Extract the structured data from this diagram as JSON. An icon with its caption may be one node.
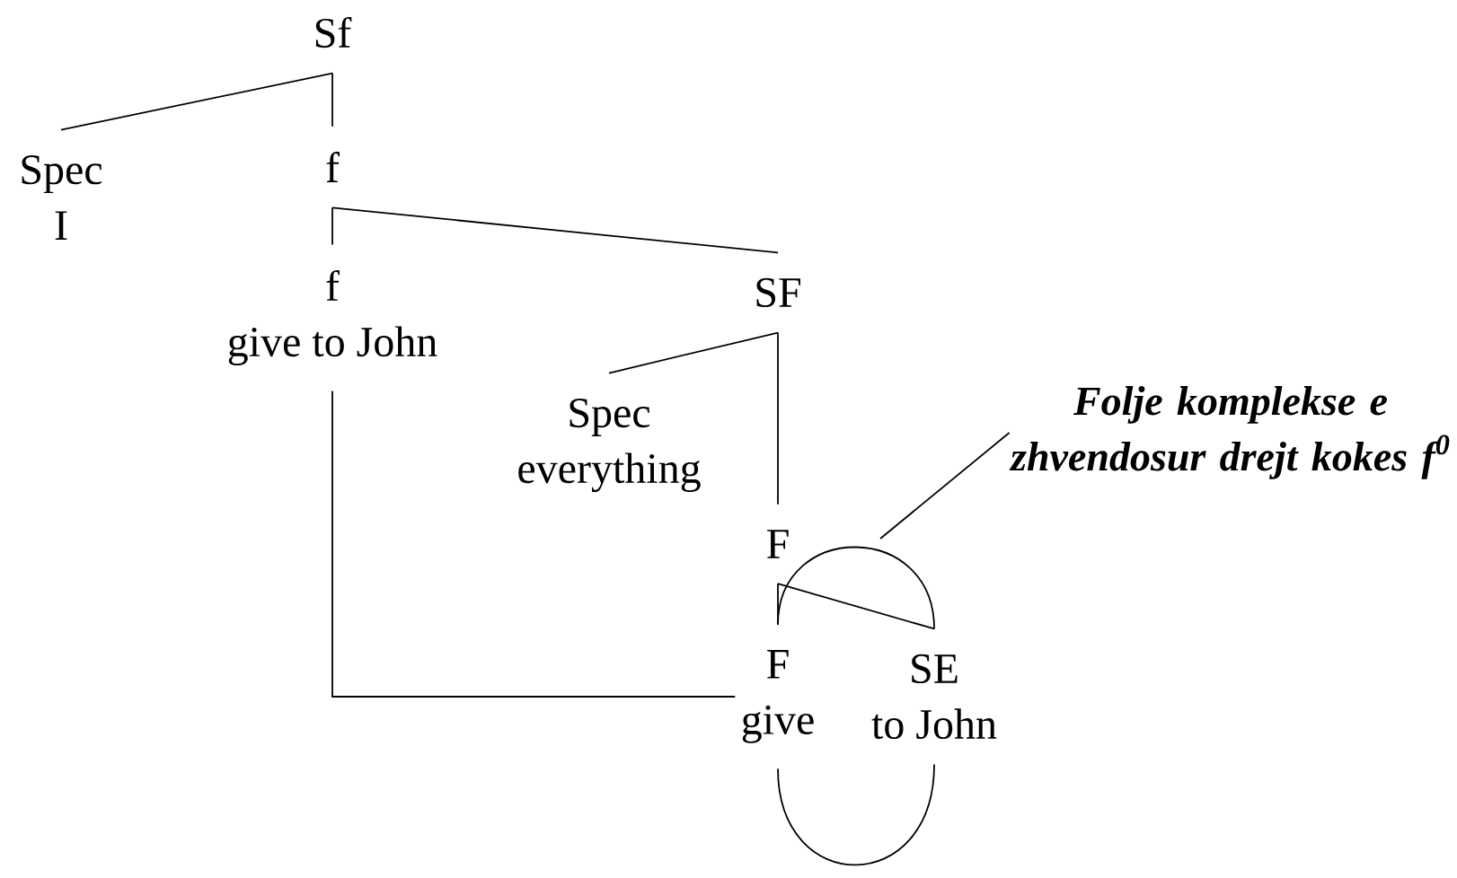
{
  "diagram": {
    "nodes": [
      {
        "text": [
          "Sf"
        ]
      },
      {
        "text": [
          "Spec",
          "I"
        ]
      },
      {
        "text": [
          "f"
        ]
      },
      {
        "text": [
          "f",
          "give to John"
        ]
      },
      {
        "text": [
          "SF"
        ]
      },
      {
        "text": [
          "Spec",
          "everything"
        ]
      },
      {
        "text": [
          "F"
        ]
      },
      {
        "text": [
          "F",
          "give"
        ]
      },
      {
        "text": [
          "SE",
          "to John"
        ]
      },
      {
        "text": [
          "Folje komplekse e zhvendosur drejt kokes f$^{0}$"
        ]
      }
    ],
    "edges": [
      {
        "from": 0,
        "to": 1,
        "arrow": "none"
      },
      {
        "from": 0,
        "to": 2,
        "arrow": "none"
      },
      {
        "from": 2,
        "to": 3,
        "arrow": "none"
      },
      {
        "from": 2,
        "to": 4,
        "arrow": "none"
      },
      {
        "from": 4,
        "to": 5,
        "arrow": "none"
      },
      {
        "from": 4,
        "to": 6,
        "arrow": "none"
      },
      {
        "from": 6,
        "to": 7,
        "arrow": "none"
      },
      {
        "from": 6,
        "to": 8,
        "arrow": "none"
      },
      {
        "from": 3,
        "to": 7,
        "arrow": "none"
      },
      {
        "from": 7,
        "to": 8,
        "arrow": "none"
      },
      {
        "from": 7,
        "to": 8,
        "arrow": "none"
      },
      {
        "from": 9,
        "to": null,
        "arrow": "none"
      }
    ]
  }
}
